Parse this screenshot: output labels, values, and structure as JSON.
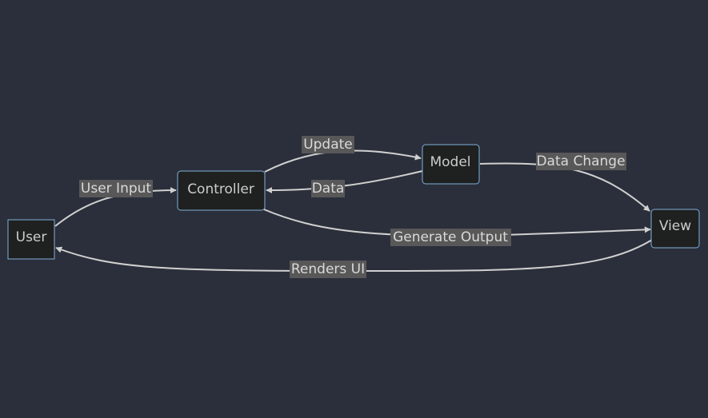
{
  "diagram": {
    "nodes": {
      "user": "User",
      "controller": "Controller",
      "model": "Model",
      "view": "View"
    },
    "edges": {
      "user_input": "User Input",
      "update": "Update",
      "data": "Data",
      "data_change": "Data Change",
      "generate_output": "Generate Output",
      "renders_ui": "Renders UI"
    }
  },
  "colors": {
    "background": "#2b2f3b",
    "node_fill": "#1f2020",
    "node_border": "#81b1db",
    "edge_stroke": "#d0d0d0",
    "label_background": "#585858",
    "text": "#cccccc"
  }
}
